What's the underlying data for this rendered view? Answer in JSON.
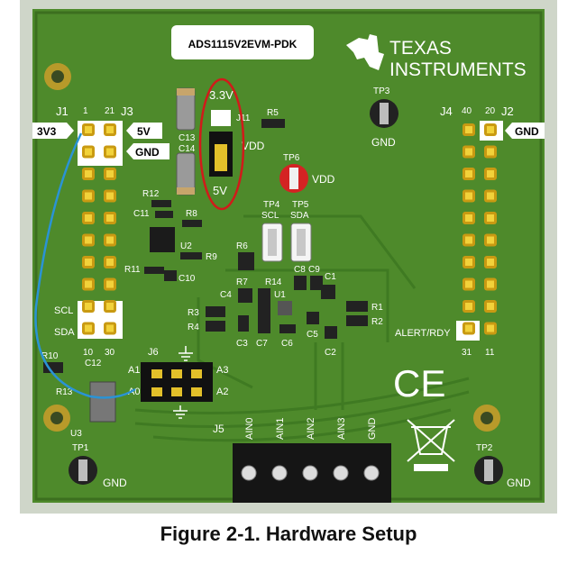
{
  "board": {
    "model_label": "ADS1115V2EVM-PDK",
    "logo_line1": "TEXAS",
    "logo_line2": "INSTRUMENTS",
    "colors": {
      "pcb": "#4e8a2b",
      "pcb_dark": "#3c6f1f",
      "gold": "#d9b21b",
      "trace": "#3f7a22"
    }
  },
  "headers": {
    "j1": "J1",
    "j1_pin": "1",
    "j3": "J3",
    "j3_pin": "21",
    "j4": "J4",
    "j4_pin": "40",
    "j2": "J2",
    "j2_pin": "20",
    "j1_bottom_left": "10",
    "j1_bottom_right": "30",
    "j4_bottom_left": "31",
    "j4_bottom_right": "11"
  },
  "tags": {
    "v3v3": "3V3",
    "v5": "5V",
    "gnd_left": "GND",
    "gnd_right": "GND",
    "scl": "SCL",
    "sda": "SDA",
    "alert": "ALERT/RDY"
  },
  "jumper": {
    "top": "3.3V",
    "bottom": "5V",
    "id": "J11",
    "vdd": "VDD"
  },
  "testpoints": {
    "tp1": "TP1",
    "tp1_label": "GND",
    "tp2": "TP2",
    "tp2_label": "GND",
    "tp3": "TP3",
    "tp3_label": "GND",
    "tp4": "TP4",
    "tp4_label": "SCL",
    "tp5": "TP5",
    "tp5_label": "SDA",
    "tp6": "TP6",
    "tp6_label": "VDD"
  },
  "j6": {
    "id": "J6",
    "a1": "A1",
    "a0": "A0",
    "a3": "A3",
    "a2": "A2"
  },
  "j5": {
    "id": "J5",
    "pins": [
      "AIN0",
      "AIN1",
      "AIN2",
      "AIN3",
      "GND"
    ]
  },
  "components": {
    "c13": "C13",
    "c14": "C14",
    "r5": "R5",
    "r12": "R12",
    "c11": "C11",
    "r8": "R8",
    "u2": "U2",
    "r9": "R9",
    "r11": "R11",
    "c10": "C10",
    "r6": "R6",
    "r7": "R7",
    "c4": "C4",
    "r14": "R14",
    "r3": "R3",
    "r4": "R4",
    "c3": "C3",
    "c7": "C7",
    "c8": "C8",
    "c9": "C9",
    "c1": "C1",
    "u1": "U1",
    "c6": "C6",
    "c5": "C5",
    "c2": "C2",
    "r1": "R1",
    "r2": "R2",
    "r10": "R10",
    "r13": "R13",
    "c12": "C12",
    "u3": "U3"
  },
  "ce_mark": "CE",
  "caption": "Figure 2-1. Hardware Setup"
}
